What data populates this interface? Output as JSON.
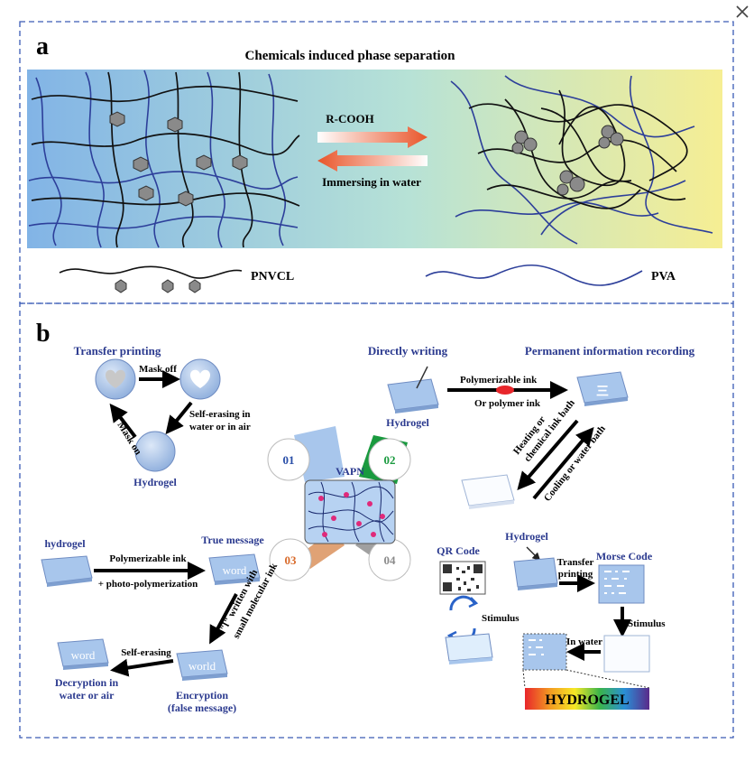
{
  "panel_a": {
    "letter": "a",
    "title": "Chemicals induced phase separation",
    "arrow_forward_label": "R-COOH",
    "arrow_back_label": "Immersing in water",
    "legend_pnvcl": "PNVCL",
    "legend_pva": "PVA"
  },
  "panel_b": {
    "letter": "b",
    "center_label": "VAPN",
    "badges": [
      "01",
      "02",
      "03",
      "04"
    ],
    "transfer": {
      "title": "Transfer printing",
      "mask_off": "Mask off",
      "self_erase_1": "Self-erasing in",
      "self_erase_2": "water or in air",
      "mask_on": "Mask on",
      "hydrogel": "Hydrogel"
    },
    "writing": {
      "title": "Directly writing",
      "permanent": "Permanent information recording",
      "ink1": "Polymerizable ink",
      "ink2": "Or polymer ink",
      "hydrogel": "Hydrogel",
      "heat1": "Heating or",
      "heat2": "chemical ink bath",
      "cool": "Cooling or water bath",
      "glyph": "三"
    },
    "encrypt": {
      "hydrogel": "hydrogel",
      "true_message": "True message",
      "ink": "Polymerizable ink",
      "photo": "+ photo-polymerization",
      "word1": "word",
      "written1": "\"l\" written with",
      "written2": "small molecular ink",
      "world": "world",
      "self_erasing": "Self-erasing",
      "word2": "word",
      "decrypt1": "Decryption in",
      "decrypt2": "water or air",
      "enc1": "Encryption",
      "enc2": "(false message)"
    },
    "codes": {
      "qr": "QR Code",
      "hydrogel": "Hydrogel",
      "stimulus1": "Stimulus",
      "transfer1": "Transfer",
      "transfer2": "printing",
      "morse": "Morse Code",
      "stimulus2": "Stimulus",
      "in_water": "In water",
      "banner": "HYDROGEL"
    }
  },
  "colors": {
    "frame": "#3a5bb5",
    "title_blue": "#2b3a8f",
    "arrow_orange": "#e9552a",
    "badge_green": "#1a9a3f",
    "badge_orange": "#d86a2a",
    "badge_blue": "#2a4fa8",
    "badge_grey": "#8b8b8b"
  }
}
